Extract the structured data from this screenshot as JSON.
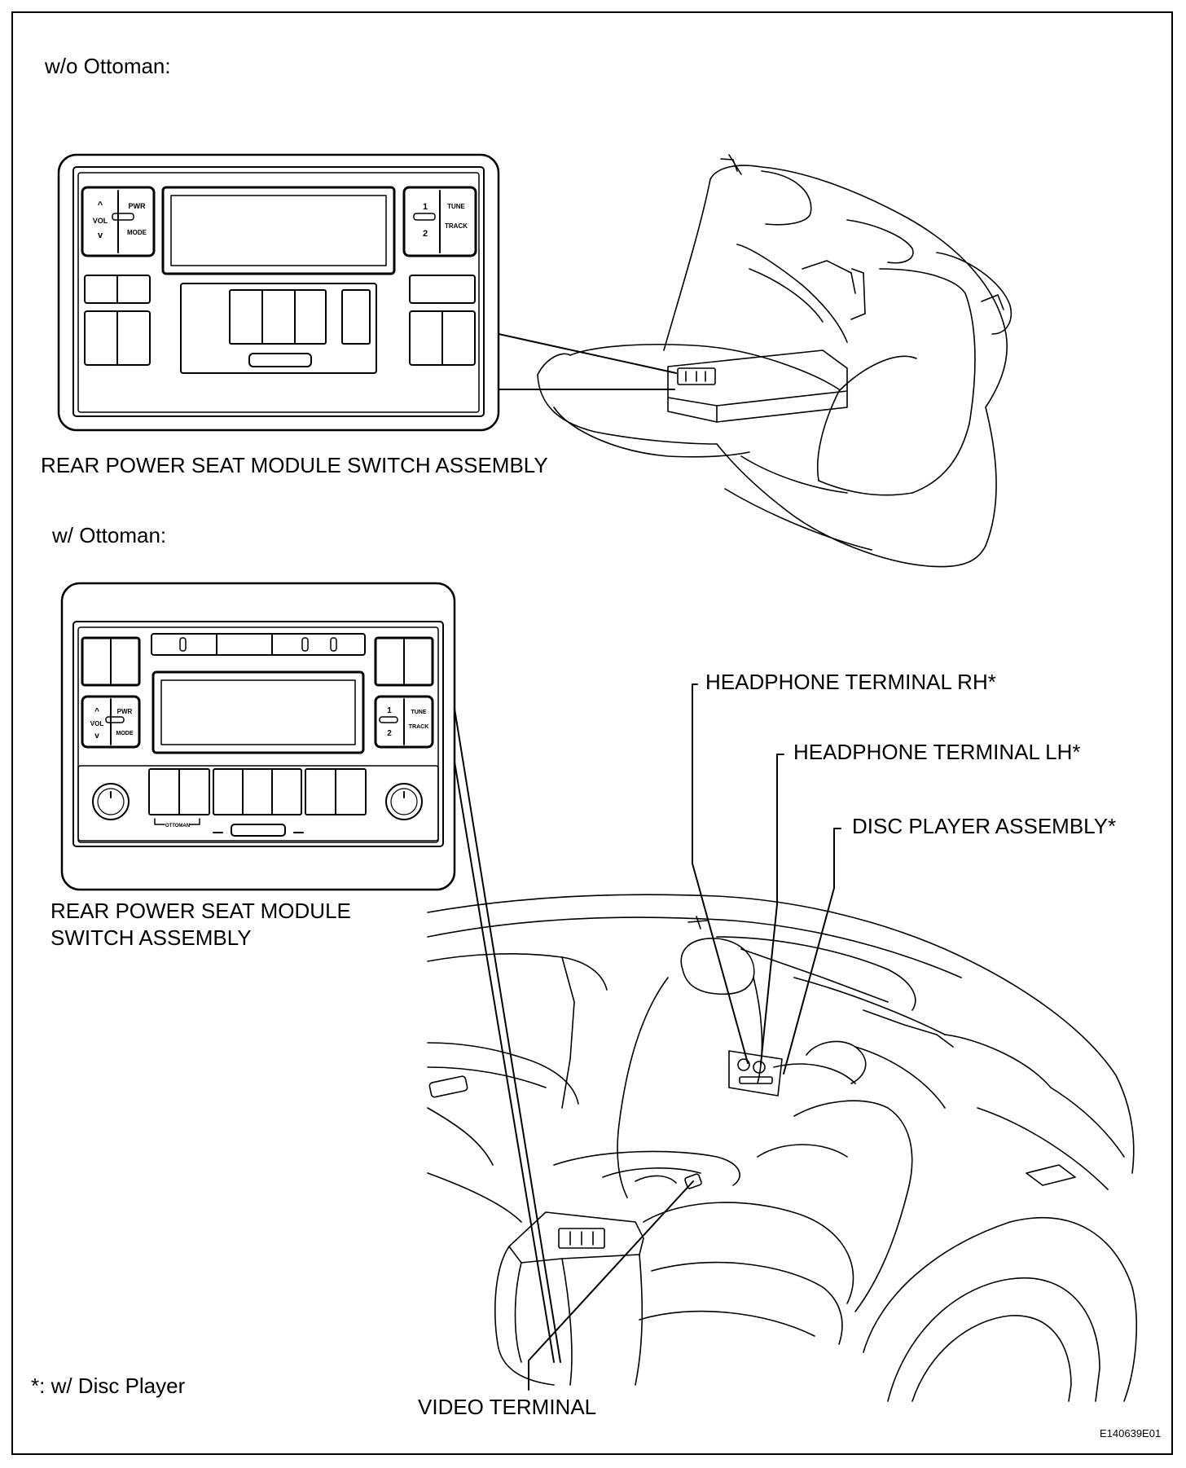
{
  "sections": {
    "without_ottoman": {
      "heading": "w/o Ottoman:",
      "caption": "REAR POWER SEAT MODULE SWITCH ASSEMBLY"
    },
    "with_ottoman": {
      "heading": "w/ Ottoman:",
      "caption_line1": "REAR POWER SEAT MODULE",
      "caption_line2": "SWITCH ASSEMBLY"
    }
  },
  "switch_panel_labels": {
    "vol": "VOL",
    "pwr": "PWR",
    "mode": "MODE",
    "one": "1",
    "two": "2",
    "tune": "TUNE",
    "track": "TRACK",
    "ottoman": "OTTOMAN"
  },
  "callouts": {
    "headphone_rh": "HEADPHONE TERMINAL RH*",
    "headphone_lh": "HEADPHONE TERMINAL LH*",
    "disc_player": "DISC PLAYER ASSEMBLY*",
    "video_terminal": "VIDEO TERMINAL"
  },
  "footnote": "*: w/ Disc Player",
  "figure_code": "E140639E01"
}
